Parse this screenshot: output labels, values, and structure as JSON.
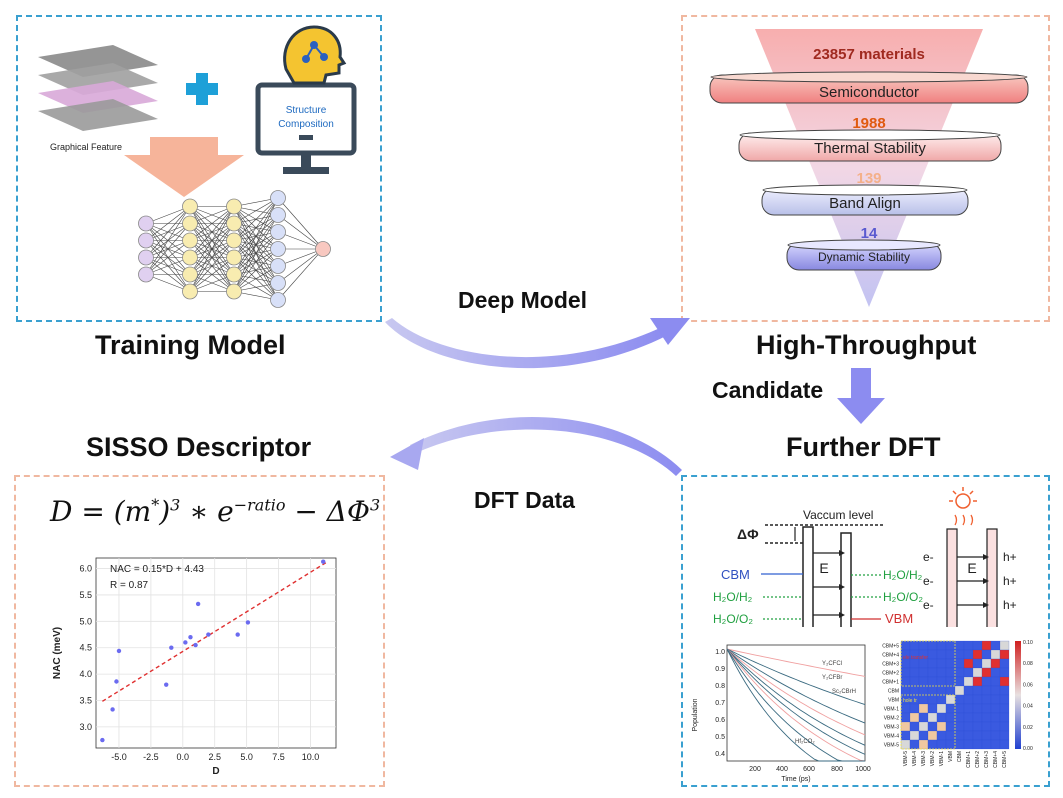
{
  "titles": {
    "training": "Training Model",
    "high_throughput": "High-Throughput",
    "sisso": "SISSO Descriptor",
    "further_dft": "Further DFT"
  },
  "arrows": {
    "deep_model": "Deep Model",
    "candidate": "Candidate",
    "dft_data": "DFT Data"
  },
  "training_panel": {
    "graphical_feature": "Graphical Feature",
    "monitor_line1": "Structure",
    "monitor_line2": "Composition"
  },
  "funnel": {
    "count1": "23857 materials",
    "stage1": "Semiconductor",
    "count2": "1988",
    "stage2": "Thermal Stability",
    "count3": "139",
    "stage3": "Band Align",
    "count4": "14",
    "stage4": "Dynamic Stability"
  },
  "sisso": {
    "formula_html": "D = (m*)^3 * e^(-ratio) - ΔΦ^3",
    "fit_text": "NAC = 0.15*D + 4.43",
    "r_text": "R = 0.87"
  },
  "chart_data": {
    "type": "scatter",
    "xlabel": "D",
    "ylabel": "NAC (meV)",
    "xlim": [
      -6.8,
      12
    ],
    "ylim": [
      2.6,
      6.2
    ],
    "xticks": [
      "-5.0",
      "-2.5",
      "0.0",
      "2.5",
      "5.0",
      "7.5",
      "10.0"
    ],
    "xtick_values": [
      -5,
      -2.5,
      0,
      2.5,
      5,
      7.5,
      10
    ],
    "yticks": [
      "3.0",
      "3.5",
      "4.0",
      "4.5",
      "5.0",
      "5.5",
      "6.0"
    ],
    "ytick_values": [
      3.0,
      3.5,
      4.0,
      4.5,
      5.0,
      5.5,
      6.0
    ],
    "grid": true,
    "points": [
      {
        "x": -6.3,
        "y": 2.75
      },
      {
        "x": -5.5,
        "y": 3.33
      },
      {
        "x": -5.2,
        "y": 3.86
      },
      {
        "x": -5.0,
        "y": 4.44
      },
      {
        "x": -1.3,
        "y": 3.8
      },
      {
        "x": -0.9,
        "y": 4.5
      },
      {
        "x": 0.2,
        "y": 4.6
      },
      {
        "x": 0.6,
        "y": 4.7
      },
      {
        "x": 1.0,
        "y": 4.55
      },
      {
        "x": 1.2,
        "y": 5.33
      },
      {
        "x": 2.0,
        "y": 4.75
      },
      {
        "x": 4.3,
        "y": 4.75
      },
      {
        "x": 5.1,
        "y": 4.98
      },
      {
        "x": 11.0,
        "y": 6.13
      }
    ],
    "fit_line": {
      "slope": 0.15,
      "intercept": 4.43,
      "x_range": [
        -6.3,
        11.2
      ]
    },
    "point_color": "#6b6bf0",
    "line_color": "#e03030"
  },
  "band_diagram": {
    "vacuum_level": "Vaccum level",
    "delta_phi": "ΔΦ",
    "cbm": "CBM",
    "vbm": "VBM",
    "h2o_h2_left": "H₂O/H₂",
    "h2o_o2_left": "H₂O/O₂",
    "h2o_h2_right": "H₂O/H₂",
    "h2o_o2_right": "H₂O/O₂",
    "e_label": "E",
    "e_label2": "E",
    "e_minus": [
      "e-",
      "e-",
      "e-"
    ],
    "h_plus": [
      "h+",
      "h+",
      "h+"
    ]
  },
  "population_plot": {
    "ylabel": "Population",
    "xlabel": "Time (ps)",
    "xticks": [
      "200",
      "400",
      "600",
      "800",
      "1000"
    ],
    "yticks": [
      "1.0",
      "0.9",
      "0.8",
      "0.7",
      "0.6",
      "0.5",
      "0.4"
    ],
    "labels": [
      "Y₂CFCl",
      "Y₂CFBr",
      "Sc₂CBrH",
      "Hf₂CO₂"
    ]
  },
  "heatmap": {
    "row_labels": [
      "CBM+5",
      "CBM+4",
      "CBM+3",
      "CBM+2",
      "CBM+1",
      "CBM",
      "VBM",
      "VBM-1",
      "VBM-2",
      "VBM-3",
      "VBM-4",
      "VBM-5"
    ],
    "col_labels": [
      "VBM-5",
      "VBM-4",
      "VBM-3",
      "VBM-2",
      "VBM-1",
      "VBM",
      "CBM",
      "CBM+1",
      "CBM+2",
      "CBM+3",
      "CBM+4",
      "CBM+5"
    ],
    "colorbar_ticks": [
      "0.10",
      "0.08",
      "0.06",
      "0.04",
      "0.02",
      "0.00"
    ],
    "hole_label": "hole tr",
    "elec_label": "ele transfer"
  }
}
